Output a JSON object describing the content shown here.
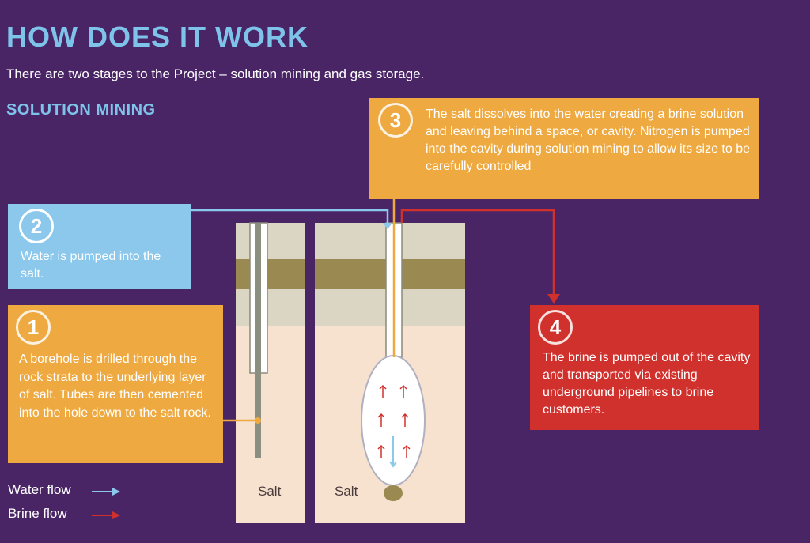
{
  "title": "HOW DOES IT WORK",
  "subtitle": "There are two stages to the Project – solution mining and gas storage.",
  "section_heading": "SOLUTION MINING",
  "steps": [
    {
      "number": "1",
      "text": "A borehole is drilled through the rock strata to the underlying layer of salt. Tubes are then cemented into the hole down to the salt rock."
    },
    {
      "number": "2",
      "text": "Water is pumped into the salt."
    },
    {
      "number": "3",
      "text": "The salt dissolves into the water creating a brine solution and leaving behind a space, or cavity. Nitrogen is pumped into the cavity during solution mining to allow its size to be carefully controlled"
    },
    {
      "number": "4",
      "text": "The brine is pumped out of the cavity and transported via existing underground pipelines to brine customers."
    }
  ],
  "salt_labels": [
    "Salt",
    "Salt"
  ],
  "legend": {
    "water": "Water flow",
    "brine": "Brine flow"
  },
  "colors": {
    "background": "#4a2566",
    "heading": "#7ec3ea",
    "water": "#8cc8ec",
    "amber": "#eea940",
    "brine": "#d0312d"
  }
}
